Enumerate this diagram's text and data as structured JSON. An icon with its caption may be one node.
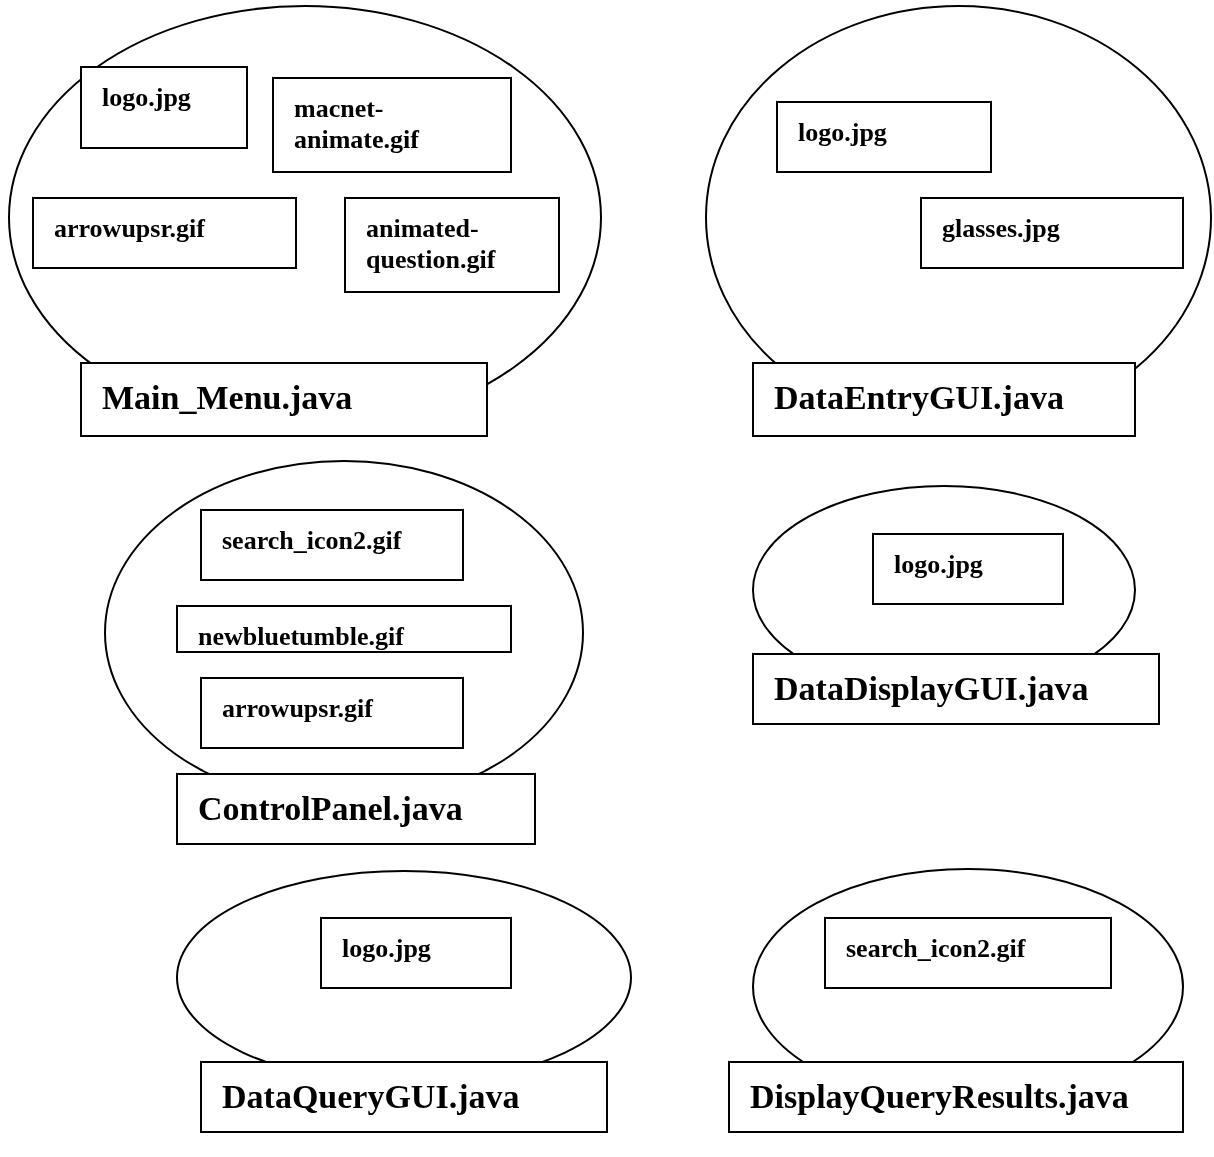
{
  "diagram": {
    "nodes": [
      {
        "text": [],
        "shape": "ellipse"
      },
      {
        "text": [
          "logo.jpg"
        ],
        "in": 0
      },
      {
        "text": [
          "macnet-animate.gif"
        ],
        "in": 0
      },
      {
        "text": [
          "arrowupsr.gif"
        ],
        "in": 0
      },
      {
        "text": [
          "animated-question.gif"
        ],
        "in": 0
      },
      {
        "text": [
          "Main_Menu.java"
        ]
      },
      {
        "text": [],
        "shape": "ellipse"
      },
      {
        "text": [
          "logo.jpg"
        ],
        "in": 6
      },
      {
        "text": [
          "glasses.jpg"
        ],
        "in": 6
      },
      {
        "text": [
          "DataEntryGUI.java"
        ]
      },
      {
        "text": [],
        "shape": "ellipse"
      },
      {
        "text": [
          "search_icon2.gif"
        ],
        "in": 10
      },
      {
        "text": [
          "newbluetumble.gif"
        ],
        "in": 10
      },
      {
        "text": [
          "arrowupsr.gif"
        ],
        "in": 10
      },
      {
        "text": [
          "ControlPanel.java"
        ]
      },
      {
        "text": [],
        "shape": "ellipse"
      },
      {
        "text": [
          "logo.jpg"
        ],
        "in": 15
      },
      {
        "text": [
          "DataDisplayGUI.java"
        ]
      },
      {
        "text": [],
        "shape": "ellipse"
      },
      {
        "text": [
          "logo.jpg"
        ],
        "in": 18
      },
      {
        "text": [
          "DataQueryGUI.java"
        ]
      },
      {
        "text": [],
        "shape": "ellipse"
      },
      {
        "text": [
          "search_icon2.gif"
        ],
        "in": 21
      },
      {
        "text": [
          "DisplayQueryResults.java"
        ]
      }
    ]
  }
}
